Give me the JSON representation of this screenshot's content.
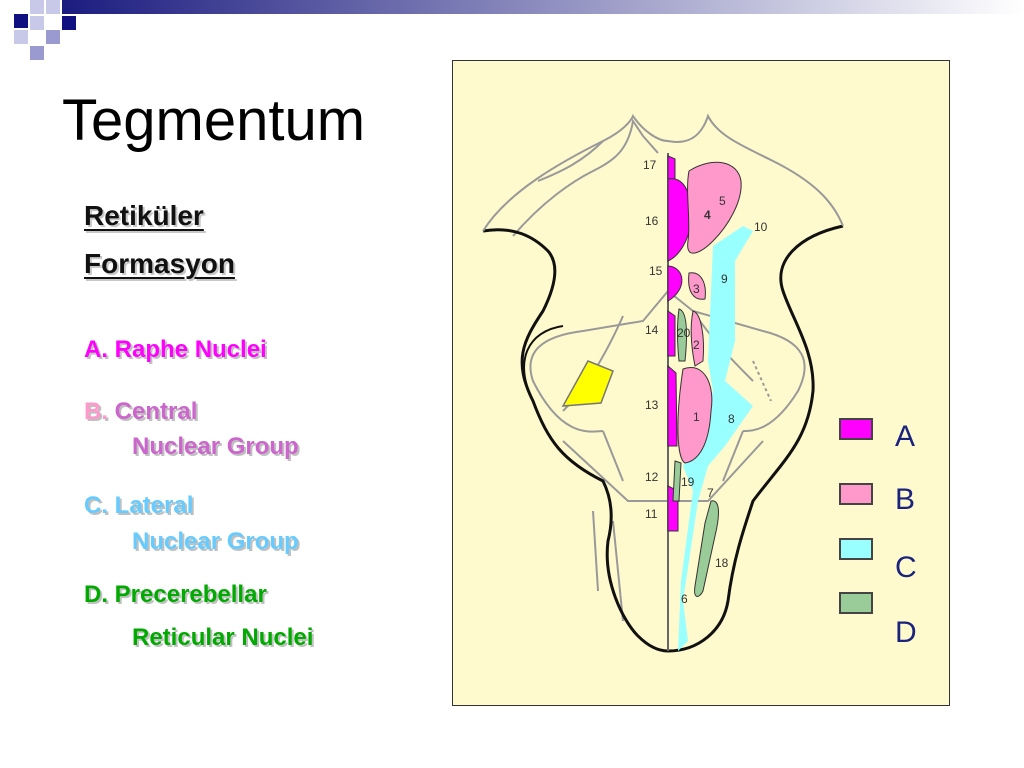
{
  "slide": {
    "title": "Tegmentum",
    "subtitle_line1": "Retiküler",
    "subtitle_line2": "Formasyon"
  },
  "list": {
    "a": {
      "letter": "A.",
      "text": "Raphe Nuclei"
    },
    "b": {
      "letter": "B.",
      "line1": "Central",
      "line2": "Nuclear Group"
    },
    "c": {
      "letter": "C.",
      "line1": "Lateral",
      "line2": "Nuclear Group"
    },
    "d": {
      "letter": "D.",
      "line1": "Precerebellar",
      "line2": "Reticular Nuclei"
    }
  },
  "legend": [
    {
      "label": "A",
      "color": "#ff00ff"
    },
    {
      "label": "B",
      "color": "#ff99cc"
    },
    {
      "label": "C",
      "color": "#99ffff"
    },
    {
      "label": "D",
      "color": "#99cc99"
    }
  ],
  "diagram_numbers": [
    "17",
    "16",
    "15",
    "14",
    "13",
    "12",
    "11",
    "5",
    "4",
    "10",
    "9",
    "3",
    "20",
    "2",
    "1",
    "8",
    "19",
    "7",
    "18",
    "6"
  ],
  "colors": {
    "raphe": "#ff00ff",
    "central": "#ff99cc",
    "lateral": "#99ffff",
    "precerebellar": "#99cc99",
    "yellow": "#ffff00",
    "blue_text": "#66ccff",
    "green_text": "#00aa00"
  }
}
